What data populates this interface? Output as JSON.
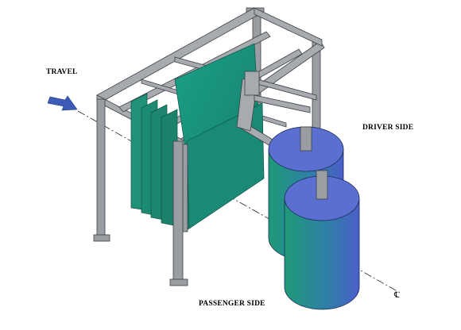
{
  "labels": {
    "travel": "TRAVEL",
    "driver_side": "DRIVER SIDE",
    "passenger_side": "PASSENGER SIDE",
    "centerline": "℄"
  },
  "colors": {
    "frame": "#9a9ea3",
    "frame_edge": "#3c3f43",
    "curtain_fill": "#1f8a7a",
    "brush_top": "#5a6fd0",
    "brush_body_left": "#1e9a78",
    "brush_body_right": "#4a5fc8",
    "arrow": "#3b5bb7"
  },
  "icons": {
    "travel_arrow": "arrow-right-icon"
  }
}
